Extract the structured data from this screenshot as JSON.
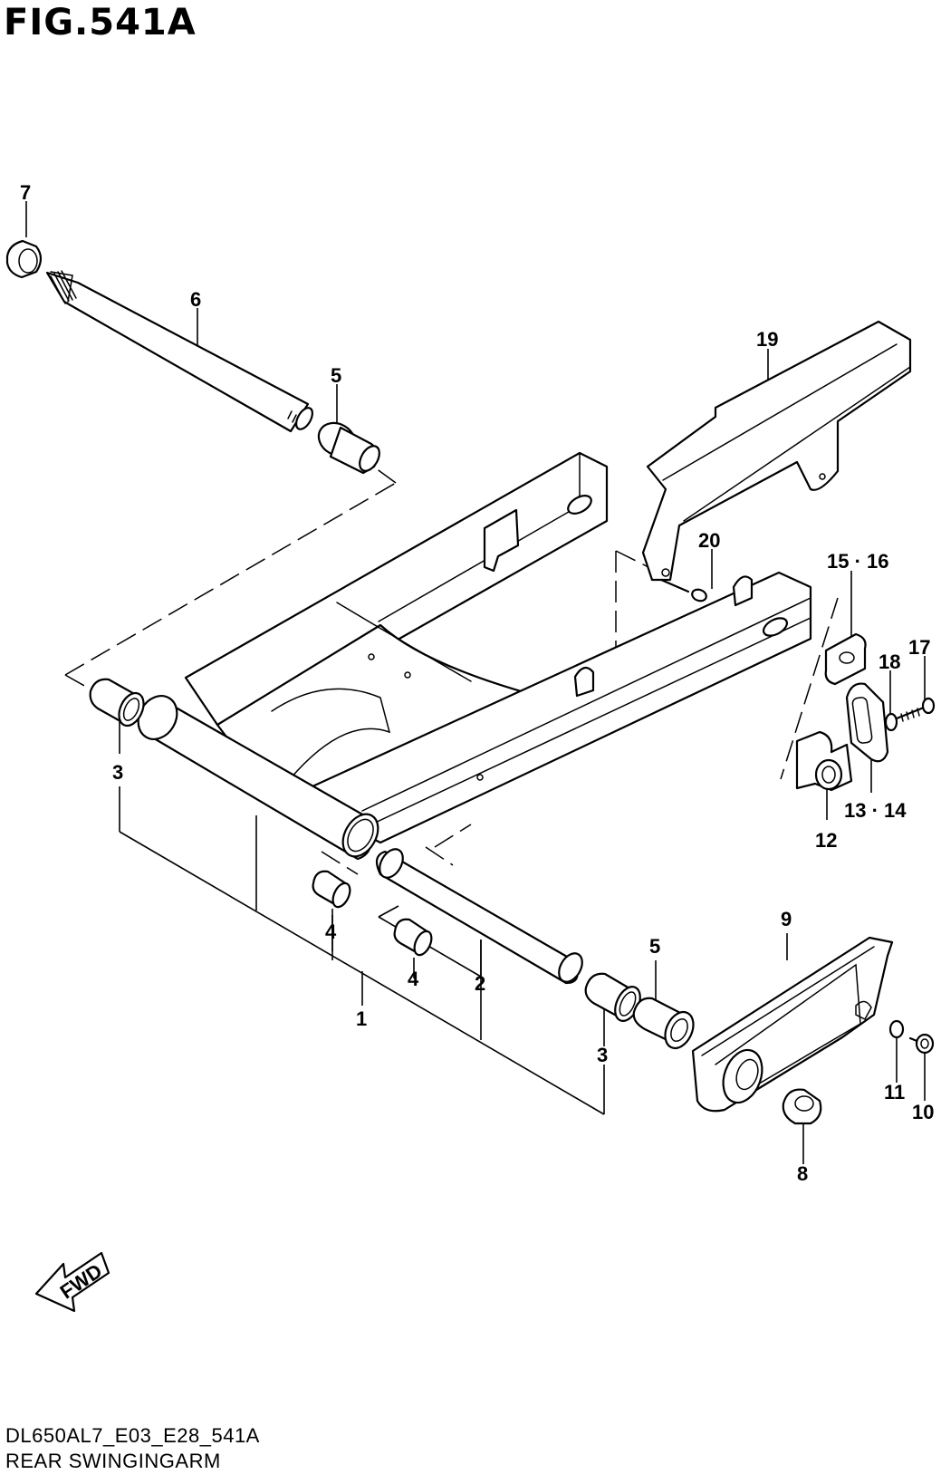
{
  "figure": {
    "title": "FIG.541A"
  },
  "footer": {
    "code": "DL650AL7_E03_E28_541A",
    "name": "REAR SWINGINGARM"
  },
  "direction_arrow": {
    "label": "FWD"
  },
  "callouts": {
    "c1": "1",
    "c2": "2",
    "c3a": "3",
    "c3b": "3",
    "c4a": "4",
    "c4b": "4",
    "c5a": "5",
    "c5b": "5",
    "c6": "6",
    "c7": "7",
    "c8": "8",
    "c9": "9",
    "c10": "10",
    "c11": "11",
    "c12": "12",
    "c13_14": "13 · 14",
    "c15_16": "15 · 16",
    "c17": "17",
    "c18": "18",
    "c19": "19",
    "c20": "20"
  }
}
